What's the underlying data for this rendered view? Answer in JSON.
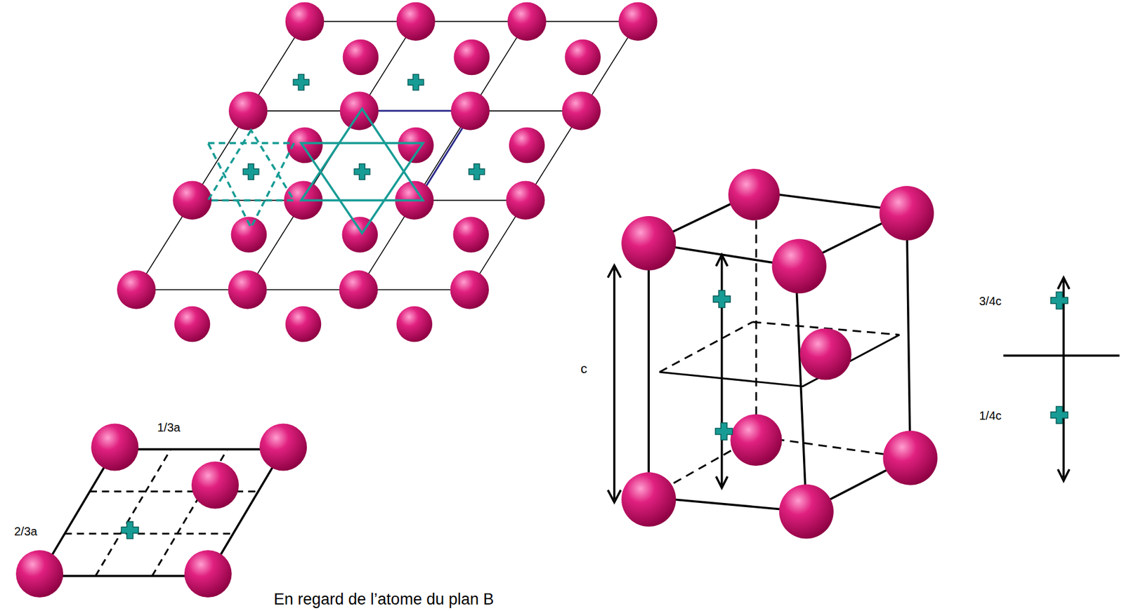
{
  "diagram": {
    "labels": [
      "1/3a",
      "2/3a",
      "En regard de l’atome du plan B",
      "c",
      "3/4c",
      "1/4c"
    ]
  }
}
